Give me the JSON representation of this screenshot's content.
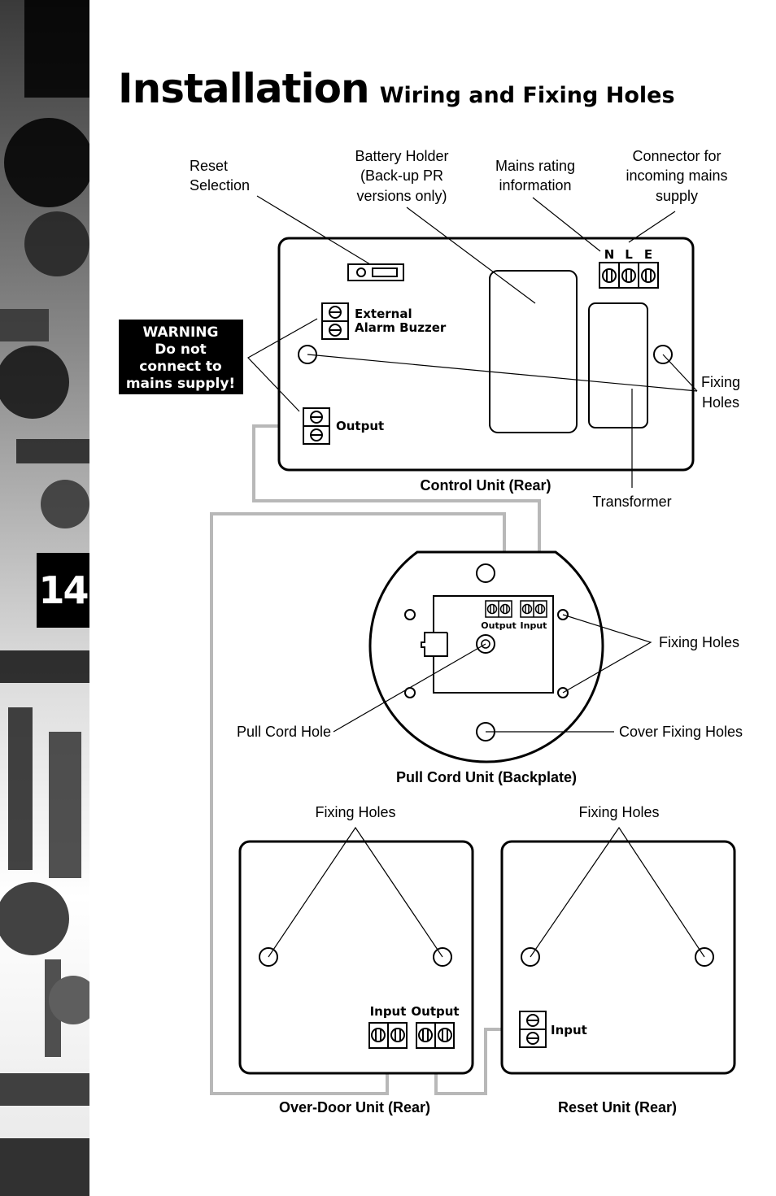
{
  "page": {
    "number": "14"
  },
  "header": {
    "title": "Installation",
    "subtitle": "Wiring and Fixing Holes"
  },
  "labels": {
    "reset_selection": [
      "Reset",
      "Selection"
    ],
    "battery_holder": [
      "Battery Holder",
      "(Back-up PR",
      "versions only)"
    ],
    "mains_rating": [
      "Mains rating",
      "information"
    ],
    "connector": [
      "Connector for",
      "incoming mains",
      "supply"
    ],
    "fixing_holes_control": [
      "Fixing",
      "Holes"
    ],
    "transformer": "Transformer",
    "control_unit": "Control Unit (Rear)",
    "fixing_holes_pull": "Fixing Holes",
    "pull_cord_hole": "Pull Cord Hole",
    "cover_fixing_holes": "Cover Fixing Holes",
    "pull_cord_unit": "Pull Cord Unit (Backplate)",
    "fixing_holes_overdoor": "Fixing Holes",
    "fixing_holes_reset": "Fixing Holes",
    "over_door_unit": "Over-Door Unit (Rear)",
    "reset_unit": "Reset Unit (Rear)"
  },
  "warning": [
    "WARNING",
    "Do not",
    "connect to",
    "mains supply!"
  ],
  "terminals": {
    "nle": [
      "N",
      "L",
      "E"
    ],
    "external_alarm": [
      "External",
      "Alarm Buzzer"
    ],
    "control_output": "Output",
    "pull_output": "Output",
    "pull_input": "Input",
    "overdoor_input": "Input",
    "overdoor_output": "Output",
    "reset_input": "Input"
  },
  "colors": {
    "wire": "#b8b8b8",
    "line": "#000000",
    "warning_bg": "#000000"
  }
}
